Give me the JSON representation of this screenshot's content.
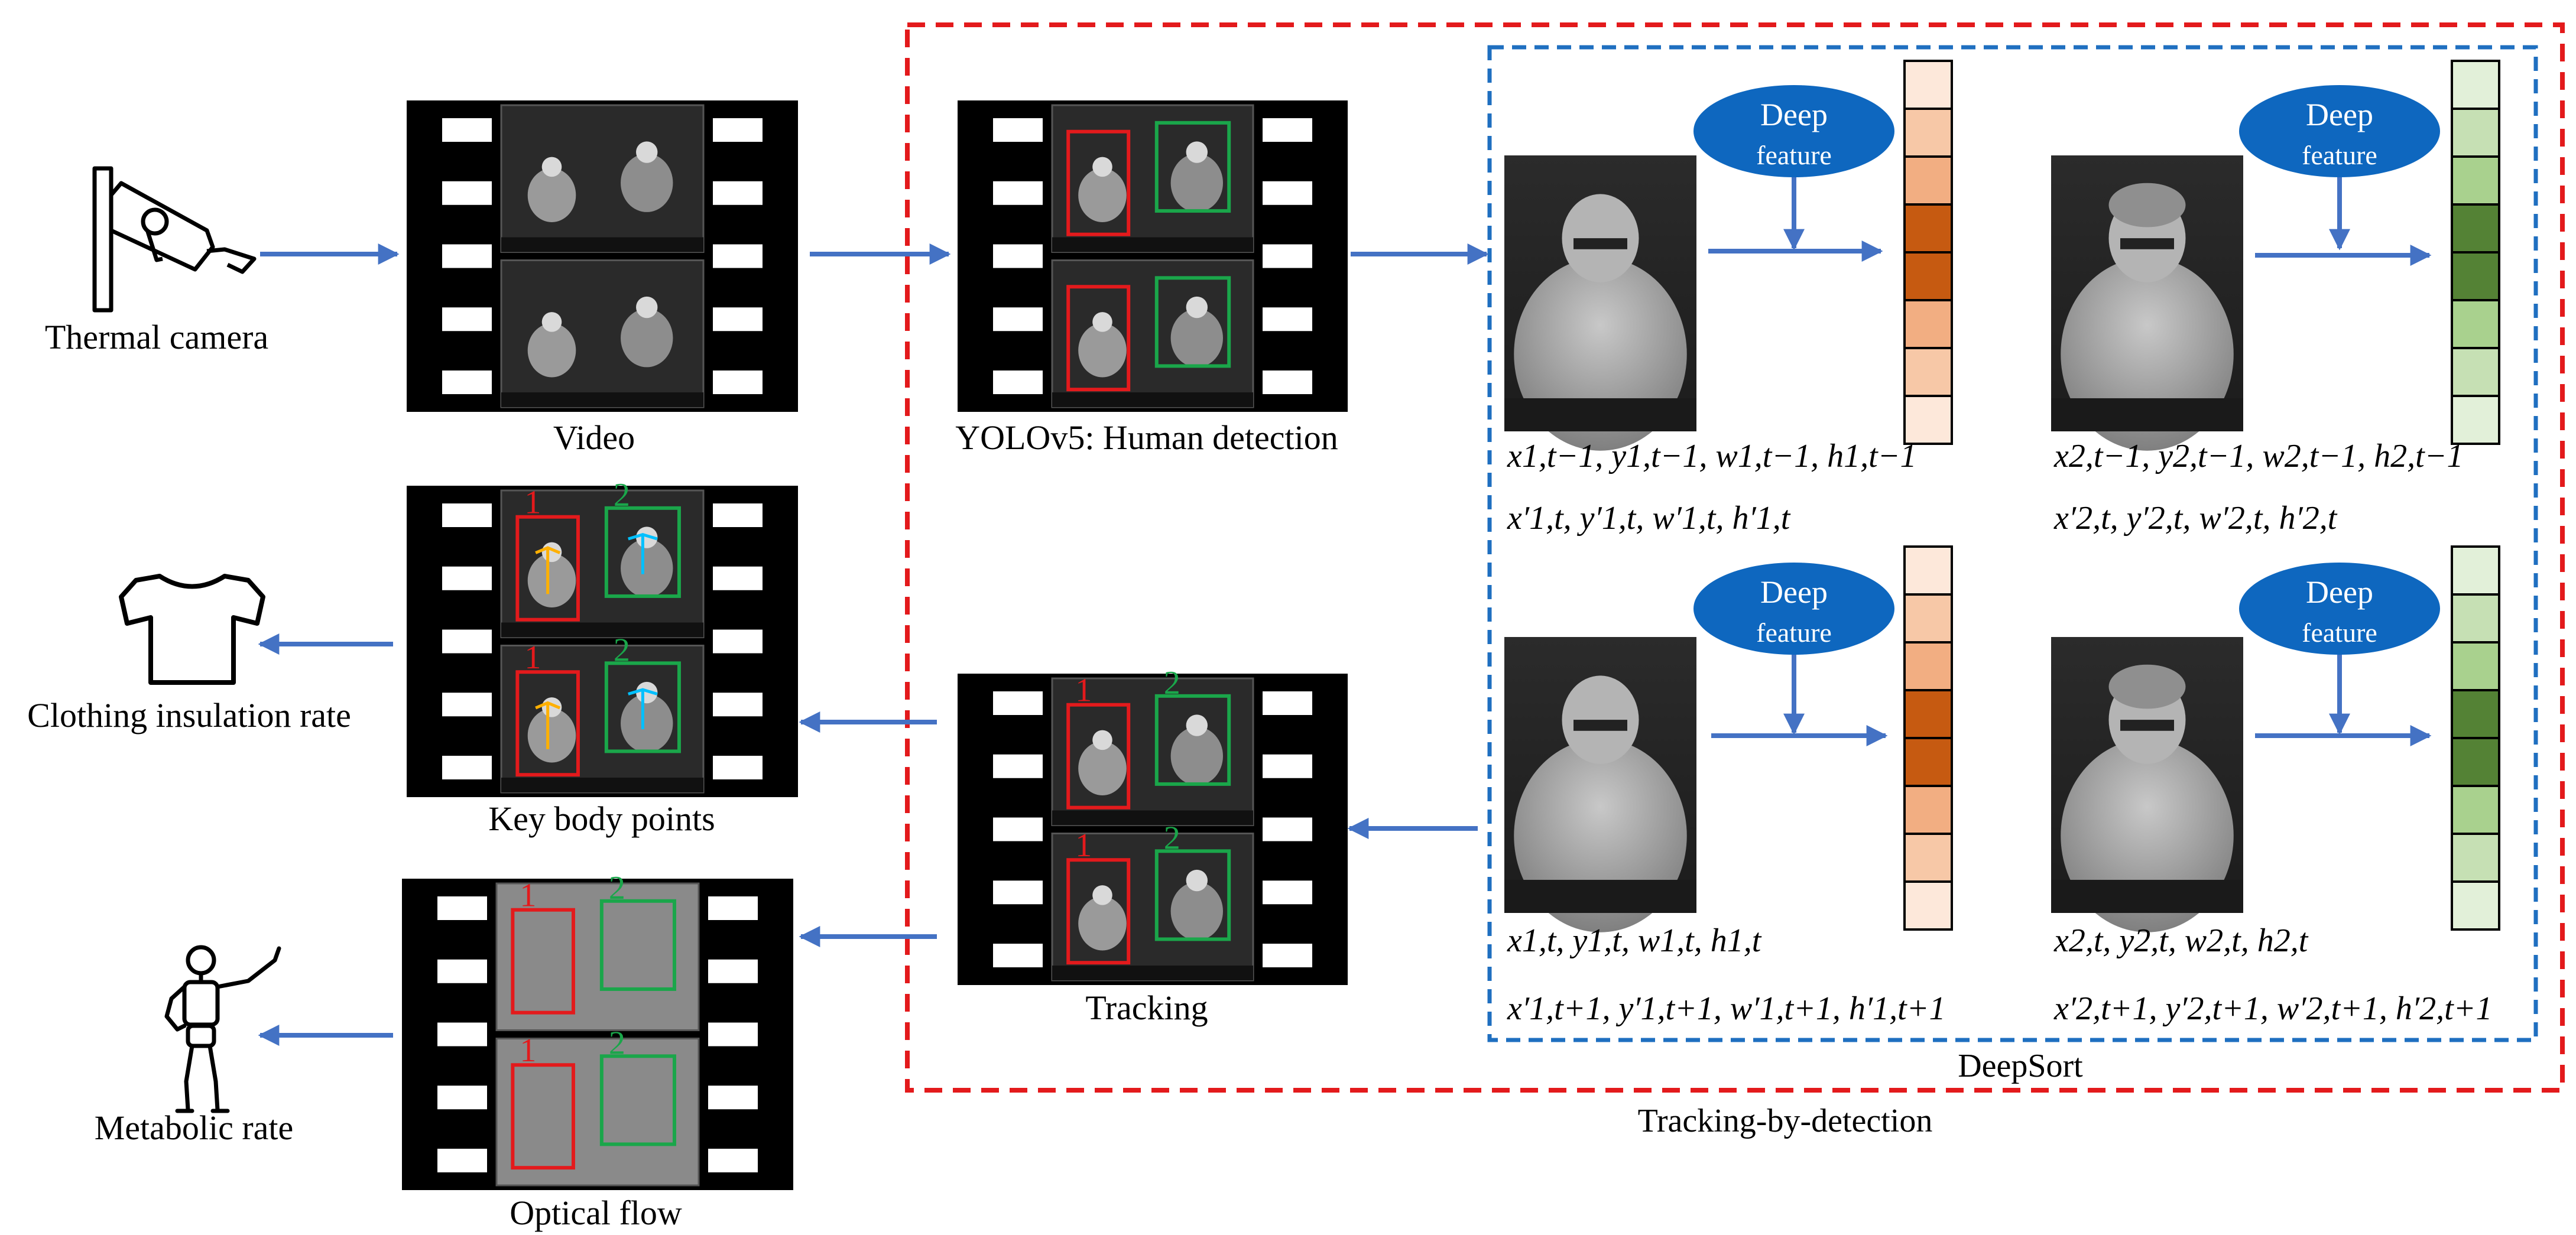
{
  "labels": {
    "thermal_camera": "Thermal camera",
    "video": "Video",
    "yolo": "YOLOv5: Human detection",
    "key_points": "Key body points",
    "tracking": "Tracking",
    "optical_flow": "Optical flow",
    "clothing": "Clothing insulation rate",
    "metabolic": "Metabolic rate",
    "deepsort": "DeepSort",
    "tbd": "Tracking-by-detection",
    "deep_line1": "Deep",
    "deep_line2": "feature"
  },
  "ids": {
    "person1": "1",
    "person2": "2"
  },
  "formulas": {
    "p1_prev": "x1,t−1,  y1,t−1,  w1,t−1,  h1,t−1",
    "p1_pred": "x′1,t,  y′1,t,  w′1,t,  h′1,t",
    "p2_prev": "x2,t−1,  y2,t−1,  w2,t−1,  h2,t−1",
    "p2_pred": "x′2,t,  y′2,t,  w′2,t,  h′2,t",
    "p1_cur": "x1,t,  y1,t,  w1,t,  h1,t",
    "p1_next": "x′1,t+1,  y′1,t+1,  w′1,t+1,  h′1,t+1",
    "p2_cur": "x2,t,  y2,t,  w2,t,  h2,t",
    "p2_next": "x′2,t+1,  y′2,t+1,  w′2,t+1,  h′2,t+1"
  },
  "colors": {
    "arrow": "#4472c4",
    "red_box": "#e31a1c",
    "green_box": "#1aa64a",
    "dash_red": "#e31a1c",
    "dash_blue": "#1f6fc0",
    "ellipse": "#0e67bf",
    "orange": [
      "#fde8da",
      "#f7c8a7",
      "#f2ae82",
      "#c65a11",
      "#c65a11",
      "#f2ae82",
      "#f7c8a7",
      "#fde8da"
    ],
    "green": [
      "#e2f0d9",
      "#c6e0b4",
      "#a9d18e",
      "#548235",
      "#548235",
      "#a9d18e",
      "#c6e0b4",
      "#e2f0d9"
    ]
  }
}
